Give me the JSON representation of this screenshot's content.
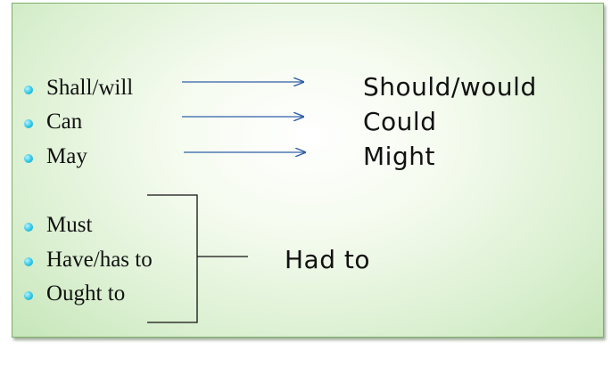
{
  "left_items_group1": [
    "Shall/will",
    "Can",
    "May"
  ],
  "right_items_group1": [
    "Should/would",
    "Could",
    "Might"
  ],
  "left_items_group2": [
    "Must",
    "Have/has to",
    "Ought to"
  ],
  "group2_result": "Had to",
  "colors": {
    "bullet": "#2fc6e6",
    "arrow": "#2f5fa8",
    "card_edge": "#c6e6b9"
  }
}
